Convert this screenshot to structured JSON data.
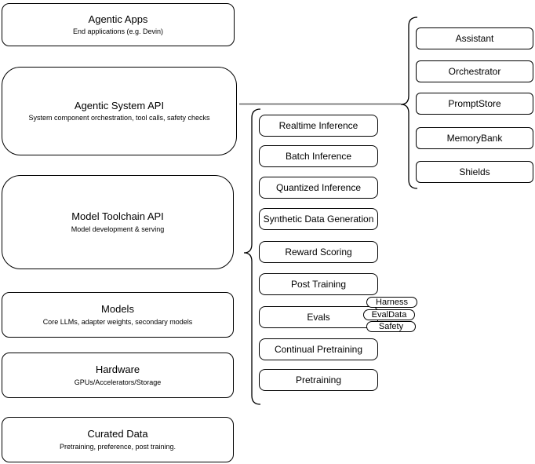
{
  "diagram": {
    "stack": [
      {
        "title": "Agentic Apps",
        "subtitle": "End applications (e.g. Devin)"
      },
      {
        "title": "Agentic System API",
        "subtitle": "System component orchestration, tool calls, safety checks"
      },
      {
        "title": "Model Toolchain API",
        "subtitle": "Model development & serving"
      },
      {
        "title": "Models",
        "subtitle": "Core LLMs, adapter weights, secondary models"
      },
      {
        "title": "Hardware",
        "subtitle": "GPUs/Accelerators/Storage"
      },
      {
        "title": "Curated Data",
        "subtitle": "Pretraining, preference, post training."
      }
    ],
    "toolchain_items": [
      "Realtime Inference",
      "Batch Inference",
      "Quantized Inference",
      "Synthetic Data Generation",
      "Reward Scoring",
      "Post Training",
      "Evals",
      "Continual Pretraining",
      "Pretraining"
    ],
    "evals_tags": [
      "Harness",
      "EvalData",
      "Safety"
    ],
    "system_components": [
      "Assistant",
      "Orchestrator",
      "PromptStore",
      "MemoryBank",
      "Shields"
    ],
    "colors": {
      "node_stroke": "#000000",
      "node_fill": "#ffffff",
      "connector": "#757575",
      "background": "#ffffff"
    }
  }
}
